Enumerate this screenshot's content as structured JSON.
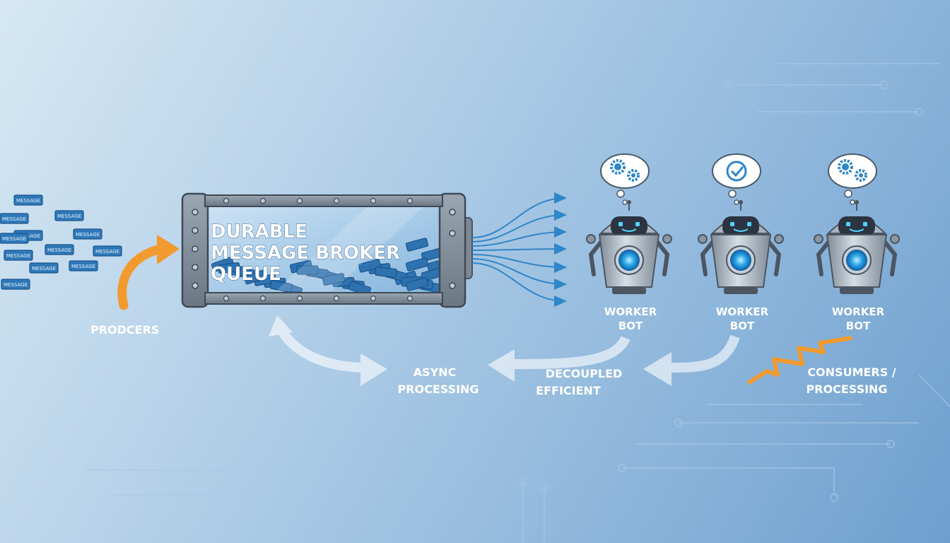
{
  "messages": [
    {
      "label": "MESSAGE"
    },
    {
      "label": "MESSAGE"
    },
    {
      "label": "MESSAGE"
    },
    {
      "label": "MESSAGE"
    },
    {
      "label": "MESSAGE"
    },
    {
      "label": "MESSAGE"
    },
    {
      "label": "MESSAGE"
    },
    {
      "label": "MESSAGE"
    },
    {
      "label": "MESSAGE"
    },
    {
      "label": "MESSAGE"
    },
    {
      "label": "MESSAGE"
    },
    {
      "label": "MESSAGE"
    }
  ],
  "producers": {
    "label": "PRODCERS"
  },
  "queue": {
    "title_lines": [
      "DURABLE",
      "MESSAGE BROKER",
      "QUEUE"
    ]
  },
  "workers": [
    {
      "label_lines": [
        "WORKER",
        "BOT"
      ],
      "thought_icon": "gears-icon"
    },
    {
      "label_lines": [
        "WORKER",
        "BOT"
      ],
      "thought_icon": "checkmark-icon"
    },
    {
      "label_lines": [
        "WORKER",
        "BOT"
      ],
      "thought_icon": "gears-icon"
    }
  ],
  "flow_labels": {
    "async": [
      "ASYNC",
      "PROCESSING"
    ],
    "decoupled": [
      "DECOUPLED",
      "EFFICIENT"
    ],
    "consumers": [
      "CONSUMERS /",
      "PROCESSING"
    ]
  },
  "colors": {
    "accent_orange": "#f29a2e",
    "arrow_blue": "#2f86c8",
    "chip_blue": "#2f78b8"
  }
}
